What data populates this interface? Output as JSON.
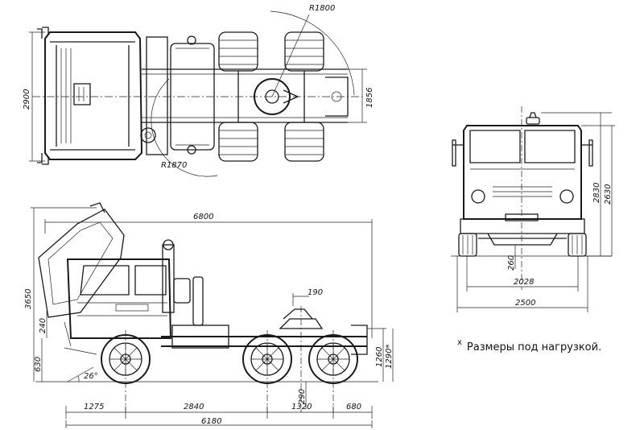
{
  "top_view": {
    "dims": {
      "r_front": "R1800",
      "r_rear": "R1870",
      "width_cab": "2900",
      "track_rear": "1856"
    }
  },
  "side_view": {
    "dims": {
      "overall_length": "6800",
      "height": "3650",
      "cab_step": "240",
      "ground_clearance": "630",
      "approach_angle": "26°",
      "front_overhang": "1275",
      "wheelbase": "2840",
      "bogie": "1320",
      "rear_overhang": "680",
      "frame_length": "6180",
      "kingpin_offset": "190",
      "axle_clearance": "290",
      "fifth_wheel_height": "1260",
      "fifth_wheel_height_loaded": "1290*"
    }
  },
  "front_view": {
    "dims": {
      "overall_height": "2830",
      "cab_height": "2630",
      "axle_clearance": "260",
      "front_track": "2028",
      "overall_width": "2500"
    }
  },
  "note": {
    "marker": "x",
    "text": "Размеры под нагрузкой."
  }
}
